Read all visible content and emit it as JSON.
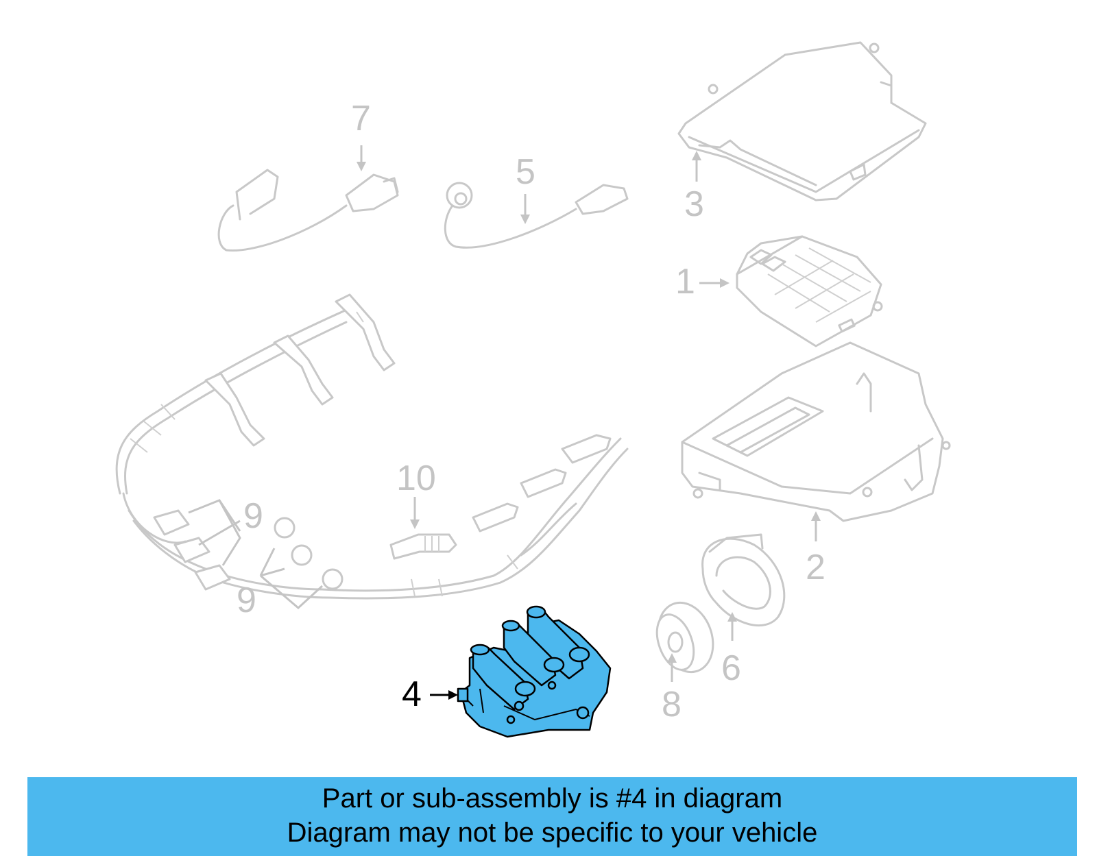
{
  "diagram": {
    "callouts": [
      {
        "id": "c1",
        "label": "1"
      },
      {
        "id": "c2",
        "label": "2"
      },
      {
        "id": "c3",
        "label": "3"
      },
      {
        "id": "c4",
        "label": "4"
      },
      {
        "id": "c5",
        "label": "5"
      },
      {
        "id": "c6",
        "label": "6"
      },
      {
        "id": "c7",
        "label": "7"
      },
      {
        "id": "c8",
        "label": "8"
      },
      {
        "id": "c9a",
        "label": "9"
      },
      {
        "id": "c9b",
        "label": "9"
      },
      {
        "id": "c10",
        "label": "10"
      }
    ],
    "highlighted_part": "4",
    "highlight_color": "#4cb8ee",
    "ghost_color": "#c8c8c8"
  },
  "banner": {
    "line1": "Part or sub-assembly is #4 in diagram",
    "line2": "Diagram may not be specific to your vehicle",
    "background": "#4cb8ee"
  }
}
